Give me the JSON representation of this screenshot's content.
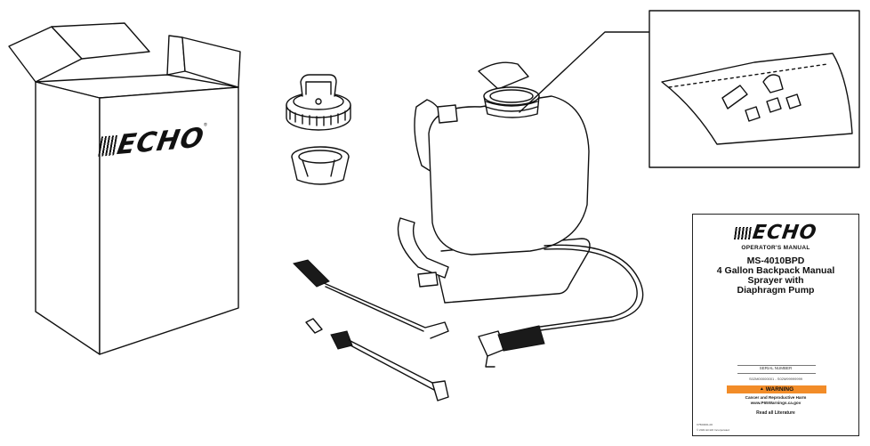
{
  "box": {
    "brand": "ECHO",
    "registered_mark": "®"
  },
  "manual": {
    "brand": "ECHO",
    "subtitle": "OPERATOR'S MANUAL",
    "title": "MS-4010BPD\n4 Gallon Backpack Manual\nSprayer with\nDiaphragm Pump",
    "serial_label": "SERIAL NUMBER",
    "serial_range": "S02M00000001 - S02M99999999",
    "warning_label": "WARNING",
    "warning_accent": "#f28c28",
    "cancer_text": "Cancer and Reproductive Harm",
    "warning_url": "www.P65Warnings.ca.gov",
    "read_literature": "Read all Literature",
    "code_1": "X7503001-00",
    "code_2": "© 2021 ECHO Incorporated"
  }
}
